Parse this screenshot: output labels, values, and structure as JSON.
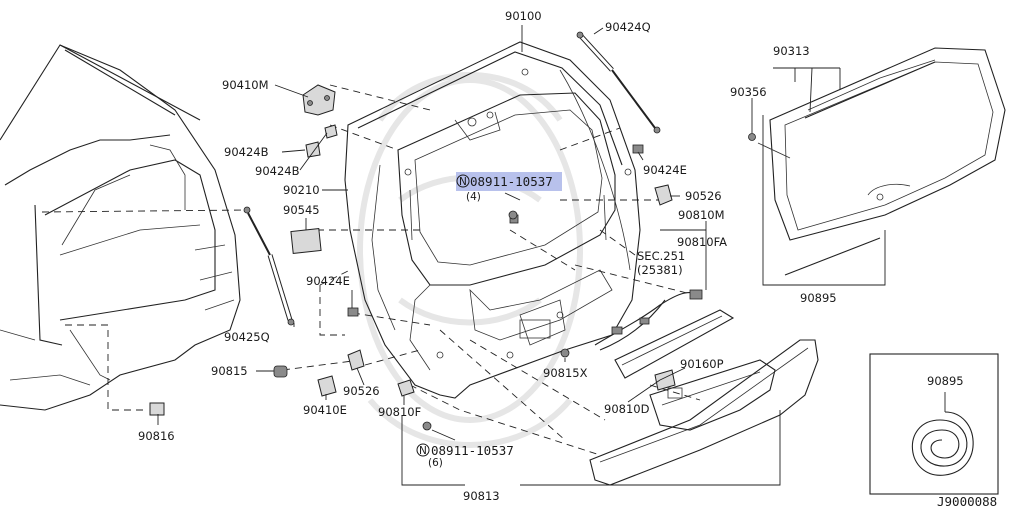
{
  "diagram": {
    "reference_code": "J9000088",
    "callouts": [
      {
        "id": "c-90100",
        "text": "90100"
      },
      {
        "id": "c-90424q",
        "text": "90424Q"
      },
      {
        "id": "c-90313",
        "text": "90313"
      },
      {
        "id": "c-90410m",
        "text": "90410M"
      },
      {
        "id": "c-90356",
        "text": "90356"
      },
      {
        "id": "c-90424b-a",
        "text": "90424B"
      },
      {
        "id": "c-90424b-b",
        "text": "90424B"
      },
      {
        "id": "c-90210",
        "text": "90210"
      },
      {
        "id": "c-90545",
        "text": "90545"
      },
      {
        "id": "c-90424e-r",
        "text": "90424E"
      },
      {
        "id": "c-90526-r",
        "text": "90526"
      },
      {
        "id": "c-90810m",
        "text": "90810M"
      },
      {
        "id": "c-90810fa",
        "text": "90810FA"
      },
      {
        "id": "c-sec251",
        "text": "SEC.251"
      },
      {
        "id": "c-25381",
        "text": "(25381)"
      },
      {
        "id": "c-90424e-l",
        "text": "90424E"
      },
      {
        "id": "c-90425q",
        "text": "90425Q"
      },
      {
        "id": "c-90895-top",
        "text": "90895"
      },
      {
        "id": "c-90815",
        "text": "90815"
      },
      {
        "id": "c-90526-l",
        "text": "90526"
      },
      {
        "id": "c-90815x",
        "text": "90815X"
      },
      {
        "id": "c-90160p",
        "text": "90160P"
      },
      {
        "id": "c-90410e",
        "text": "90410E"
      },
      {
        "id": "c-90810f",
        "text": "90810F"
      },
      {
        "id": "c-90810d",
        "text": "90810D"
      },
      {
        "id": "c-90816",
        "text": "90816"
      },
      {
        "id": "c-90813",
        "text": "90813"
      },
      {
        "id": "c-90895-inset",
        "text": "90895"
      }
    ],
    "bolt_callouts": [
      {
        "id": "n-top",
        "symbol": "N",
        "part": "08911-10537",
        "qty": "(4)",
        "highlight_color": "#b8c1ec"
      },
      {
        "id": "n-bottom",
        "symbol": "N",
        "part": "08911-10537",
        "qty": "(6)"
      }
    ]
  }
}
